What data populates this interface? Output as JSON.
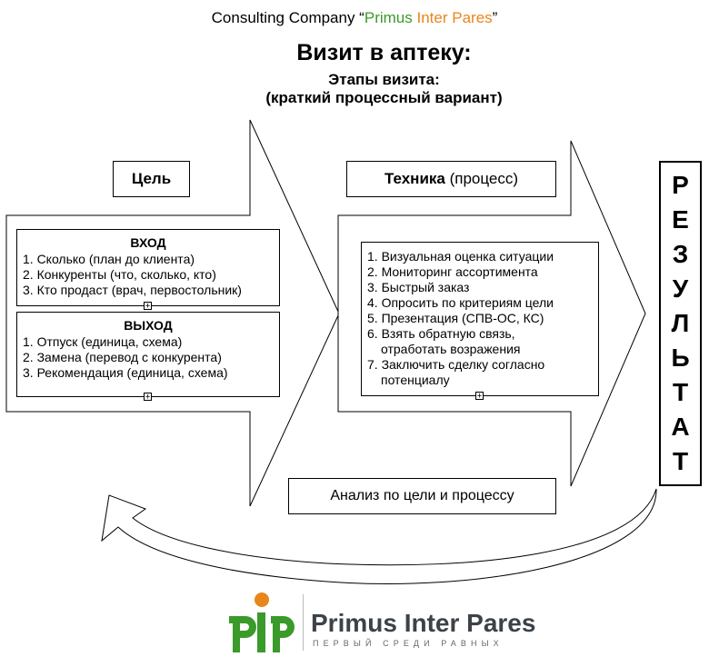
{
  "header": {
    "prefix": "Consulting Company “",
    "word1": "Primus",
    "word2": "Inter Pares",
    "suffix": "”"
  },
  "title": "Визит в аптеку:",
  "subtitle": "Этапы визита:",
  "subtitle2": "(краткий процессный вариант)",
  "goal": {
    "label": "Цель",
    "input": {
      "heading": "ВХОД",
      "items": [
        "1. Сколько (план до клиента)",
        "2. Конкуренты (что, сколько, кто)",
        "3. Кто продаст (врач, первостольник)"
      ]
    },
    "output": {
      "heading": "ВЫХОД",
      "items": [
        "1. Отпуск (единица, схема)",
        "2. Замена (перевод с конкурента)",
        "3. Рекомендация (единица, схема)"
      ]
    }
  },
  "technique": {
    "label_bold": "Техника",
    "label_rest": " (процесс)",
    "items": [
      "1. Визуальная оценка ситуации",
      "2. Мониторинг ассортимента",
      "3. Быстрый заказ",
      "4. Опросить по критериям цели",
      "5. Презентация  (СПВ-ОС, КС)",
      "6. Взять обратную связь,",
      "отработать возражения",
      "7. Заключить сделку согласно",
      "потенциалу"
    ]
  },
  "result_letters": [
    "Р",
    "Е",
    "З",
    "У",
    "Л",
    "Ь",
    "Т",
    "А",
    "Т"
  ],
  "analysis": "Анализ по цели и процессу",
  "expander_symbol": "+",
  "footer": {
    "brand": "Primus Inter Pares",
    "tagline": "ПЕРВЫЙ СРЕДИ РАВНЫХ"
  },
  "colors": {
    "logo_green": "#3a9a2a",
    "logo_orange": "#e8861a",
    "brand_text": "#3c4248"
  }
}
